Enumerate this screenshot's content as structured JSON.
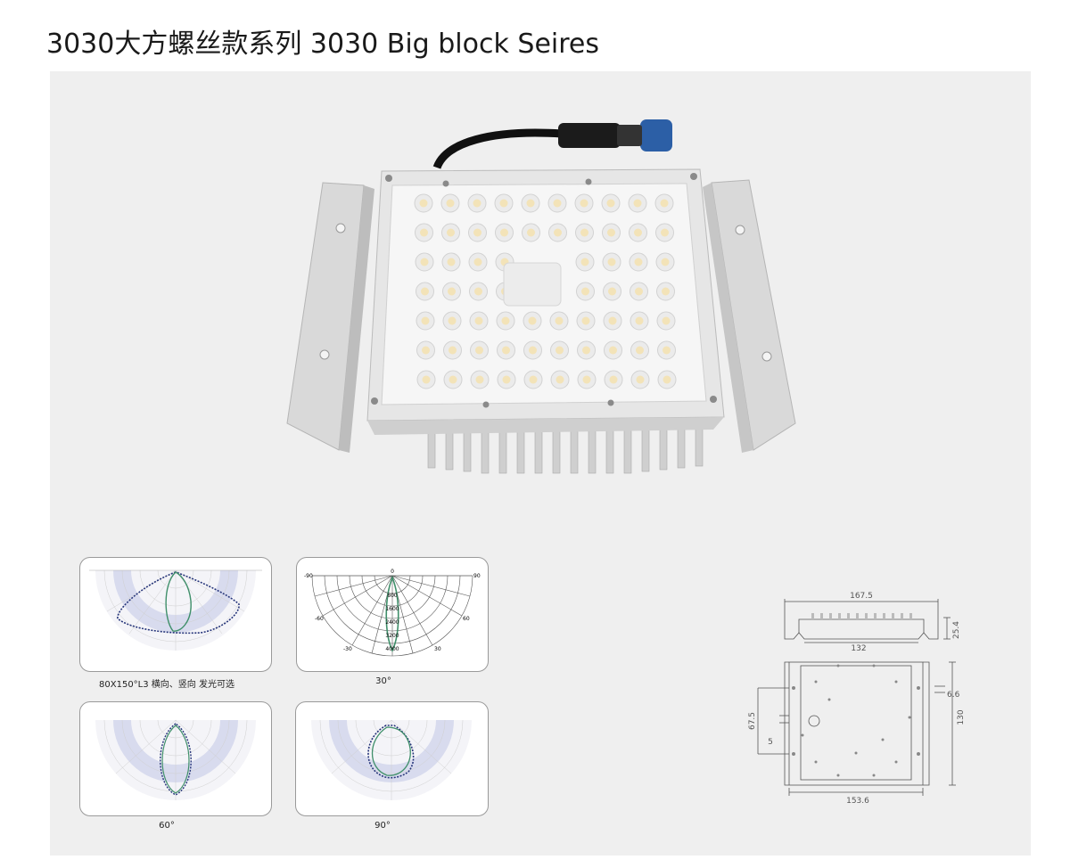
{
  "title": "3030大方螺丝款系列  3030 Big block Seires",
  "curves": [
    {
      "caption": "80X150°L3 横向、竖向 发光可选"
    },
    {
      "caption": "30°",
      "scale": {
        "top": "0",
        "labels": [
          "800",
          "1600",
          "2400",
          "3200",
          "4000"
        ],
        "left90": "-90",
        "right90": "90",
        "left60": "-60",
        "right60": "60",
        "left30": "-30",
        "right30": "30"
      }
    },
    {
      "caption": "60°"
    },
    {
      "caption": "90°"
    }
  ],
  "dimensions": {
    "length": "167.5",
    "height": "25.4",
    "inner": "132",
    "side_gap": "6.6",
    "mount_spacing": "67.5",
    "slot": "5",
    "width": "130",
    "base_width": "153.6"
  },
  "colors": {
    "panel": "#efefef",
    "band": "#d8dbee",
    "curve_green": "#3f8f6a",
    "curve_navy": "#26357a",
    "connector_blue": "#2c5fa6"
  }
}
